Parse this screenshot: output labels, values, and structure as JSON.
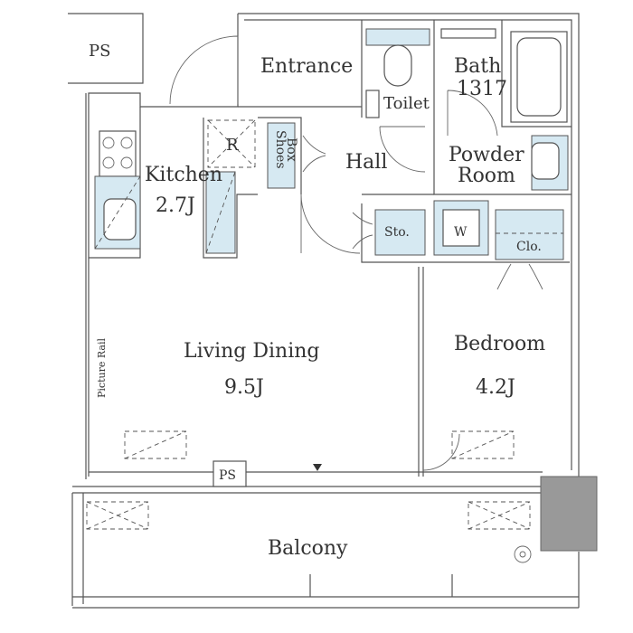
{
  "rooms": {
    "ps_top": "PS",
    "entrance": "Entrance",
    "toilet": "Toilet",
    "bath": "Bath",
    "bath_size": "1317",
    "kitchen": "Kitchen",
    "kitchen_size": "2.7J",
    "fridge": "R",
    "shoes_box_line1": "Shoes",
    "shoes_box_line2": "Box",
    "hall": "Hall",
    "powder_room_line1": "Powder",
    "powder_room_line2": "Room",
    "storage": "Sto.",
    "washer": "W",
    "closet": "Clo.",
    "picture_rail": "Picture Rail",
    "living_dining": "Living Dining",
    "living_dining_size": "9.5J",
    "bedroom": "Bedroom",
    "bedroom_size": "4.2J",
    "ps_bottom": "PS",
    "balcony": "Balcony"
  },
  "colors": {
    "fixture_fill": "#d6e9f2",
    "wall_line": "#555555",
    "exterior_column": "#999999"
  }
}
